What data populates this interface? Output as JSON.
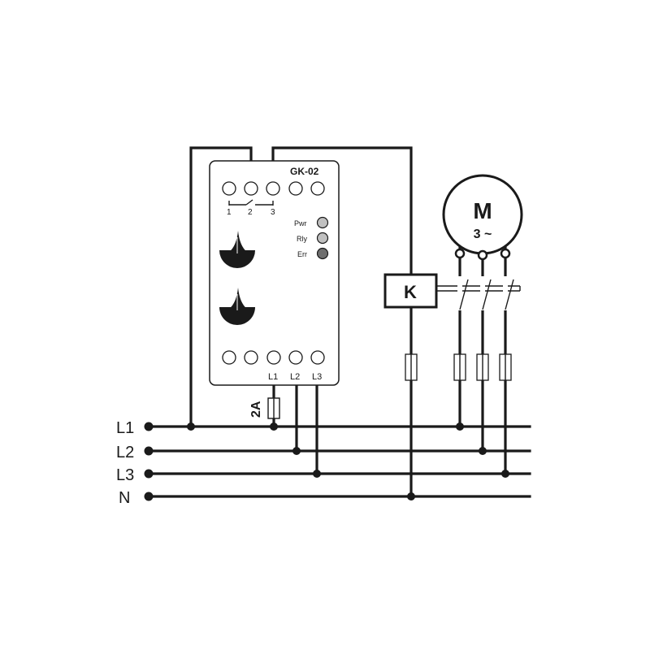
{
  "device": {
    "model": "GK-02",
    "switch_labels": [
      "1",
      "2",
      "3"
    ]
  },
  "leds": [
    {
      "label": "Pwr",
      "color": "#c0c0c0"
    },
    {
      "label": "Rly",
      "color": "#c0c0c0"
    },
    {
      "label": "Err",
      "color": "#6e6e6e"
    }
  ],
  "bottom_terminals": [
    "L1",
    "L2",
    "L3"
  ],
  "fuse": {
    "rating": "2A"
  },
  "contactor": {
    "label": "K"
  },
  "motor": {
    "label": "M",
    "phase": "3 ~"
  },
  "bus_lines": [
    "L1",
    "L2",
    "L3",
    "N"
  ]
}
